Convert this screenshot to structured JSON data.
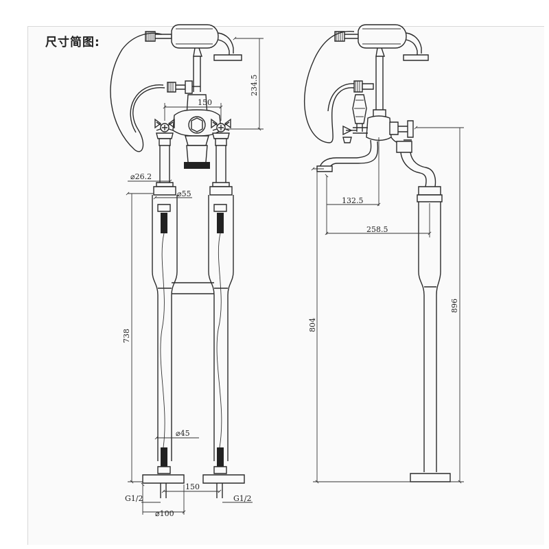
{
  "title": "尺寸简图:",
  "dimensions": {
    "handshower_height": "234.5",
    "valve_spacing_top": "150",
    "pipe_diameter": "⌀26.2",
    "collar_diameter": "⌀55",
    "front_height": "738",
    "lower_pipe_diameter": "⌀45",
    "base_spacing": "150",
    "inlet_left": "G1/2",
    "inlet_right": "G1/2",
    "base_diameter": "⌀100",
    "spout_reach_short": "132.5",
    "spout_reach_long": "258.5",
    "spout_height": "804",
    "total_height": "896"
  }
}
